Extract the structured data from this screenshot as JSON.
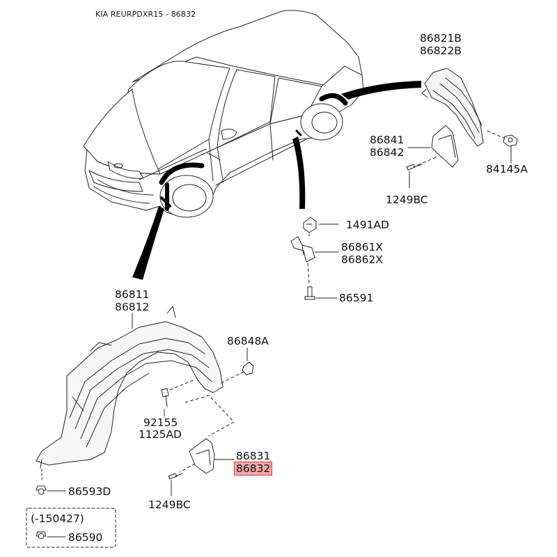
{
  "title": "KIA REURPDXR15 - 86832",
  "highlight_color": "#f4a9a9",
  "parts": {
    "rear_guard": [
      "86821B",
      "86822B"
    ],
    "rear_mudguard": [
      "86841",
      "86842"
    ],
    "rear_nut": "84145A",
    "rear_screw": "1249BC",
    "clip": "1491AD",
    "bracket": [
      "86861X",
      "86862X"
    ],
    "bracket_screw": "86591",
    "front_guard": [
      "86811",
      "86812"
    ],
    "front_nut": "86848A",
    "front_screw": [
      "92155",
      "1125AD"
    ],
    "front_mudguard": [
      "86831",
      "86832"
    ],
    "front_mud_screw": "1249BC",
    "front_bottom_screw": "86593D",
    "variant_note": "(-150427)",
    "variant_part": "86590"
  }
}
